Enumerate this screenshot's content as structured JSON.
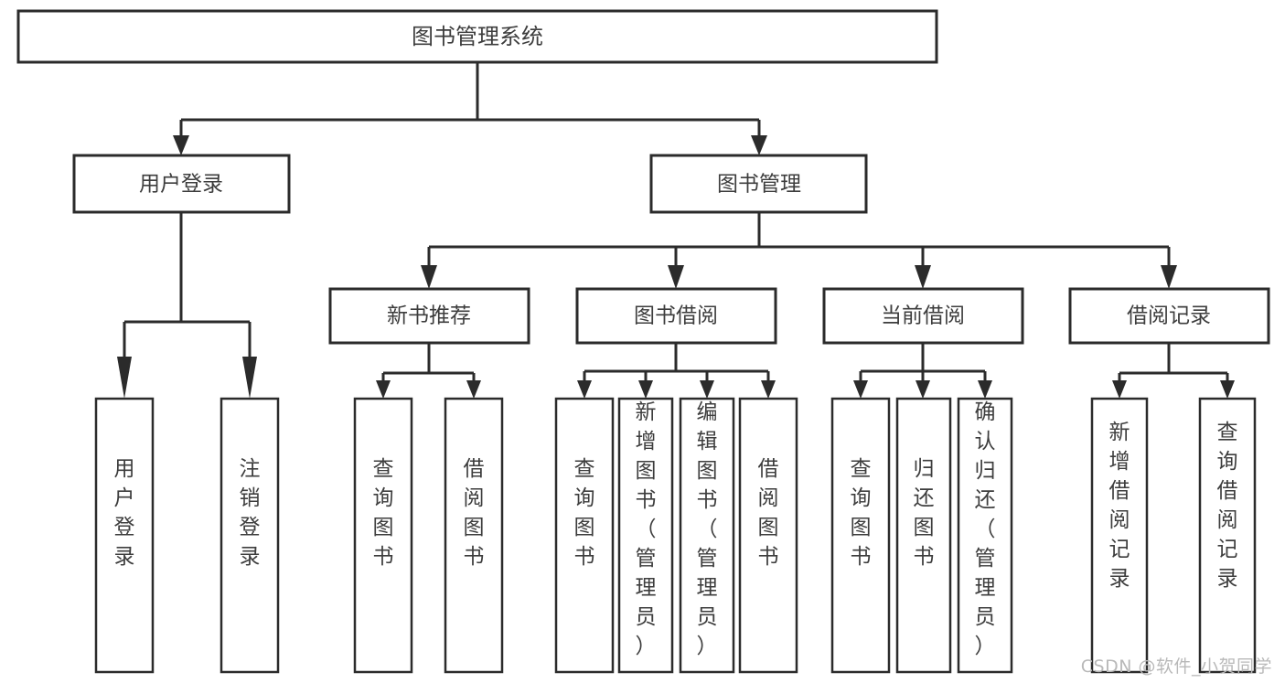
{
  "diagram": {
    "type": "tree",
    "title": "图书管理系统",
    "orientation": "top-down",
    "colors": {
      "box_stroke": "#2b2b2b",
      "box_fill": "#ffffff",
      "text": "#3d3d3d",
      "connector": "#2b2b2b",
      "watermark": "#b9b9b9",
      "background": "#ffffff"
    },
    "root": {
      "id": "root",
      "label": "图书管理系统"
    },
    "level2": [
      {
        "id": "user-login",
        "label": "用户登录"
      },
      {
        "id": "book-manage",
        "label": "图书管理"
      }
    ],
    "level3": [
      {
        "id": "new-book-recommend",
        "label": "新书推荐",
        "parent": "book-manage"
      },
      {
        "id": "book-borrow",
        "label": "图书借阅",
        "parent": "book-manage"
      },
      {
        "id": "current-borrow",
        "label": "当前借阅",
        "parent": "book-manage"
      },
      {
        "id": "borrow-record",
        "label": "借阅记录",
        "parent": "book-manage"
      }
    ],
    "leaves": {
      "user-login": [
        {
          "id": "leaf-user-login",
          "label": "用户登录"
        },
        {
          "id": "leaf-user-logout",
          "label": "注销登录"
        }
      ],
      "new-book-recommend": [
        {
          "id": "leaf-query-book-1",
          "label": "查询图书"
        },
        {
          "id": "leaf-borrow-book-1",
          "label": "借阅图书"
        }
      ],
      "book-borrow": [
        {
          "id": "leaf-query-book-2",
          "label": "查询图书"
        },
        {
          "id": "leaf-add-book",
          "label": "新增图书（管理员）"
        },
        {
          "id": "leaf-edit-book",
          "label": "编辑图书（管理员）"
        },
        {
          "id": "leaf-borrow-book-2",
          "label": "借阅图书"
        }
      ],
      "current-borrow": [
        {
          "id": "leaf-query-book-3",
          "label": "查询图书"
        },
        {
          "id": "leaf-return-book",
          "label": "归还图书"
        },
        {
          "id": "leaf-confirm-return",
          "label": "确认归还（管理员）"
        }
      ],
      "borrow-record": [
        {
          "id": "leaf-add-record",
          "label": "新增借阅记录"
        },
        {
          "id": "leaf-query-record",
          "label": "查询借阅记录"
        }
      ]
    }
  },
  "watermark": {
    "text": "CSDN @软件_小贺同学"
  }
}
